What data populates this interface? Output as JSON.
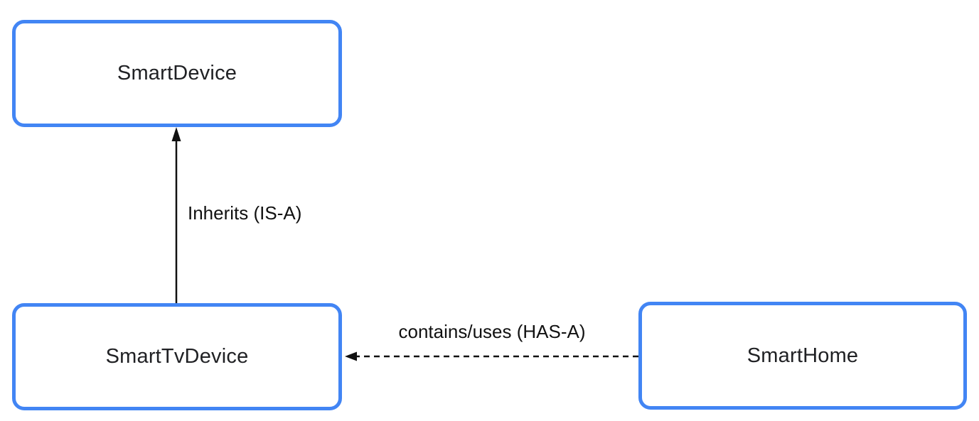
{
  "diagram": {
    "kind": "class-relationship-diagram",
    "background_color": "#FFFFFF",
    "nodes": [
      {
        "id": "smart-device",
        "label": "SmartDevice"
      },
      {
        "id": "smart-tv-device",
        "label": "SmartTvDevice"
      },
      {
        "id": "smart-home",
        "label": "SmartHome"
      }
    ],
    "edges": [
      {
        "from": "smart-tv-device",
        "to": "smart-device",
        "label": "Inherits (IS-A)",
        "line_style": "solid",
        "arrowhead": "filled-triangle",
        "direction": "up"
      },
      {
        "from": "smart-home",
        "to": "smart-tv-device",
        "label": "contains/uses (HAS-A)",
        "line_style": "dashed",
        "arrowhead": "filled-triangle",
        "direction": "left"
      }
    ],
    "colors": {
      "node_border": "#4285F4",
      "node_fill": "#FFFFFF",
      "node_text": "#202124",
      "edge_line": "#111111",
      "edge_text": "#111111"
    }
  }
}
